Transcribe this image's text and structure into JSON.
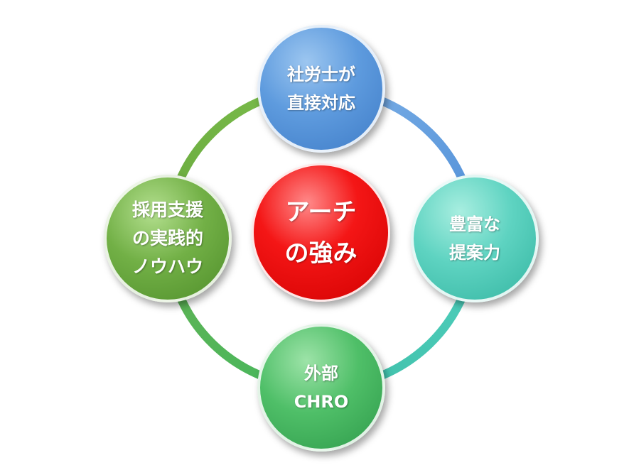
{
  "diagram": {
    "center": {
      "lines": [
        "アーチ",
        "の強み"
      ],
      "color": "#ee0000"
    },
    "nodes": {
      "top": {
        "lines": [
          "社労士が",
          "直接対応"
        ],
        "color": "#5b9bd5"
      },
      "right": {
        "lines": [
          "豊富な",
          "提案力"
        ],
        "color": "#4fcfbd"
      },
      "bottom": {
        "lines": [
          "外部",
          "CHRO"
        ],
        "color": "#44b85e"
      },
      "left": {
        "lines": [
          "採用支援",
          "の実践的",
          "ノウハウ"
        ],
        "color": "#6aaa3f"
      }
    }
  }
}
